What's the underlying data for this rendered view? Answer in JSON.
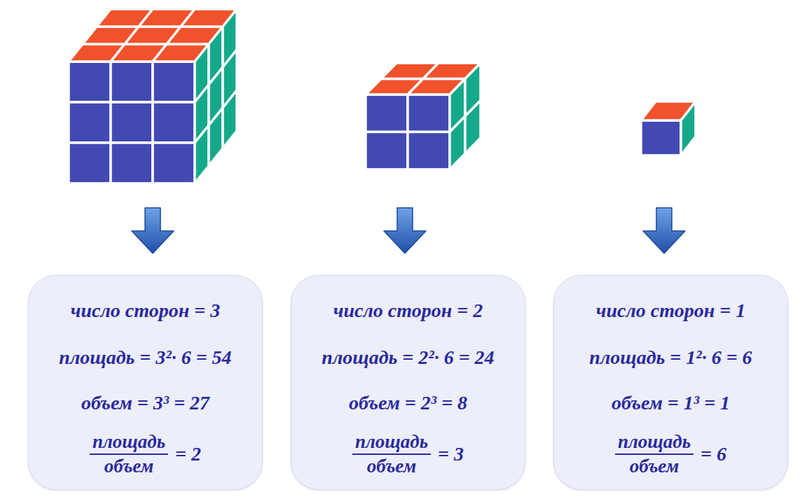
{
  "diagram": {
    "nodes": [
      {
        "text": [
          "число сторон = 3",
          "площадь = 3²· 6 = 54",
          "объем = 3³ = 27",
          "площадь",
          "объем",
          "= 2"
        ]
      },
      {
        "text": [
          "число сторон = 2",
          "площадь = 2²· 6 = 24",
          "объем = 2³ = 8",
          "площадь",
          "объем",
          "= 3"
        ]
      },
      {
        "text": [
          "число сторон = 1",
          "площадь = 1²· 6 = 6",
          "объем = 1³ = 1",
          "площадь",
          "объем",
          "= 6"
        ]
      }
    ]
  }
}
